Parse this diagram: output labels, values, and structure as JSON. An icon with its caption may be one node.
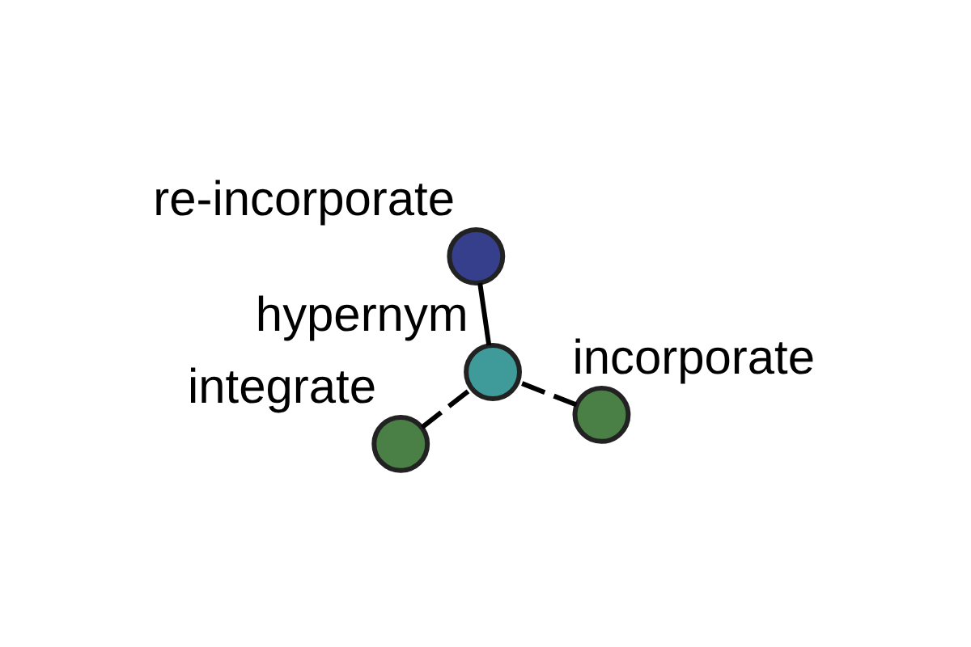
{
  "diagram": {
    "nodes": [
      {
        "text": [
          "integrate"
        ]
      },
      {
        "text": [
          "incorporate"
        ]
      },
      {
        "text": [
          "hypernym"
        ]
      },
      {
        "text": [
          "re-incorporate"
        ]
      }
    ],
    "edges": [
      {
        "from": 0,
        "to": 2,
        "arrow": "none",
        "style": "dashed"
      },
      {
        "from": 1,
        "to": 2,
        "arrow": "none",
        "style": "dashed"
      },
      {
        "from": 2,
        "to": 3,
        "arrow": "none"
      }
    ]
  }
}
